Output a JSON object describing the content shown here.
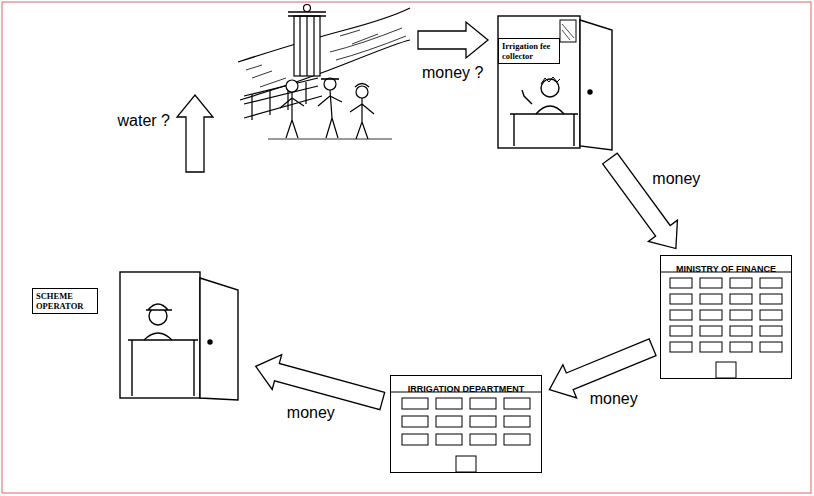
{
  "diagram": {
    "nodes": [
      {
        "text": [
          "Irrigation fee collector"
        ]
      },
      {
        "text": [
          "MINISTRY OF FINANCE"
        ]
      },
      {
        "text": [
          "IRRIGATION DEPARTMENT"
        ]
      },
      {
        "text": [
          "SCHEME OPERATOR"
        ]
      }
    ],
    "edges": [
      {
        "from": 0,
        "to": 1,
        "arrow": "to",
        "label": "money"
      },
      {
        "from": 1,
        "to": 2,
        "arrow": "to",
        "label": "money"
      },
      {
        "from": 2,
        "to": 3,
        "arrow": "to",
        "label": "money"
      }
    ],
    "labels": [
      "money ?",
      "water ?"
    ]
  }
}
